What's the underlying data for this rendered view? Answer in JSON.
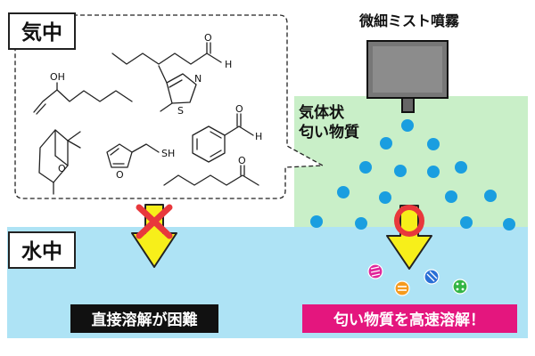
{
  "labels": {
    "gas_phase": "気中",
    "water_phase": "水中",
    "device": "微細ミスト噴霧",
    "gaseous_line1": "気体状",
    "gaseous_line2": "匂い物質",
    "caption_left": "直接溶解が困難",
    "caption_right": "匂い物質を高速溶解！"
  },
  "atoms": {
    "aldehyde_o": "O",
    "aldehyde_h": "H",
    "alcohol_oh": "OH",
    "thiazole_n": "N",
    "thiazole_s": "S",
    "benzaldehyde_o": "O",
    "benzaldehyde_h": "H",
    "cineole_o": "O",
    "furan_o": "O",
    "thiol_sh": "SH",
    "ketone_o": "O"
  },
  "colors": {
    "gas_zone": "#c9efc8",
    "water_zone": "#aee3f5",
    "droplet": "#1a9ee0",
    "arrow_fill": "#f7ef1a",
    "arrow_stroke": "#222222",
    "cross_mark": "#e8383c",
    "circle_mark": "#e8383c",
    "caption_left_bg": "#111111",
    "caption_right_bg": "#e4167e",
    "dissolved_pink": "#e0259a",
    "dissolved_orange": "#f59a1e",
    "dissolved_blue": "#2a6fd6",
    "dissolved_green": "#33b544"
  },
  "icons": {
    "device": "nozzle-device-icon",
    "blocked": "cross-mark-icon",
    "success": "circle-mark-icon"
  }
}
